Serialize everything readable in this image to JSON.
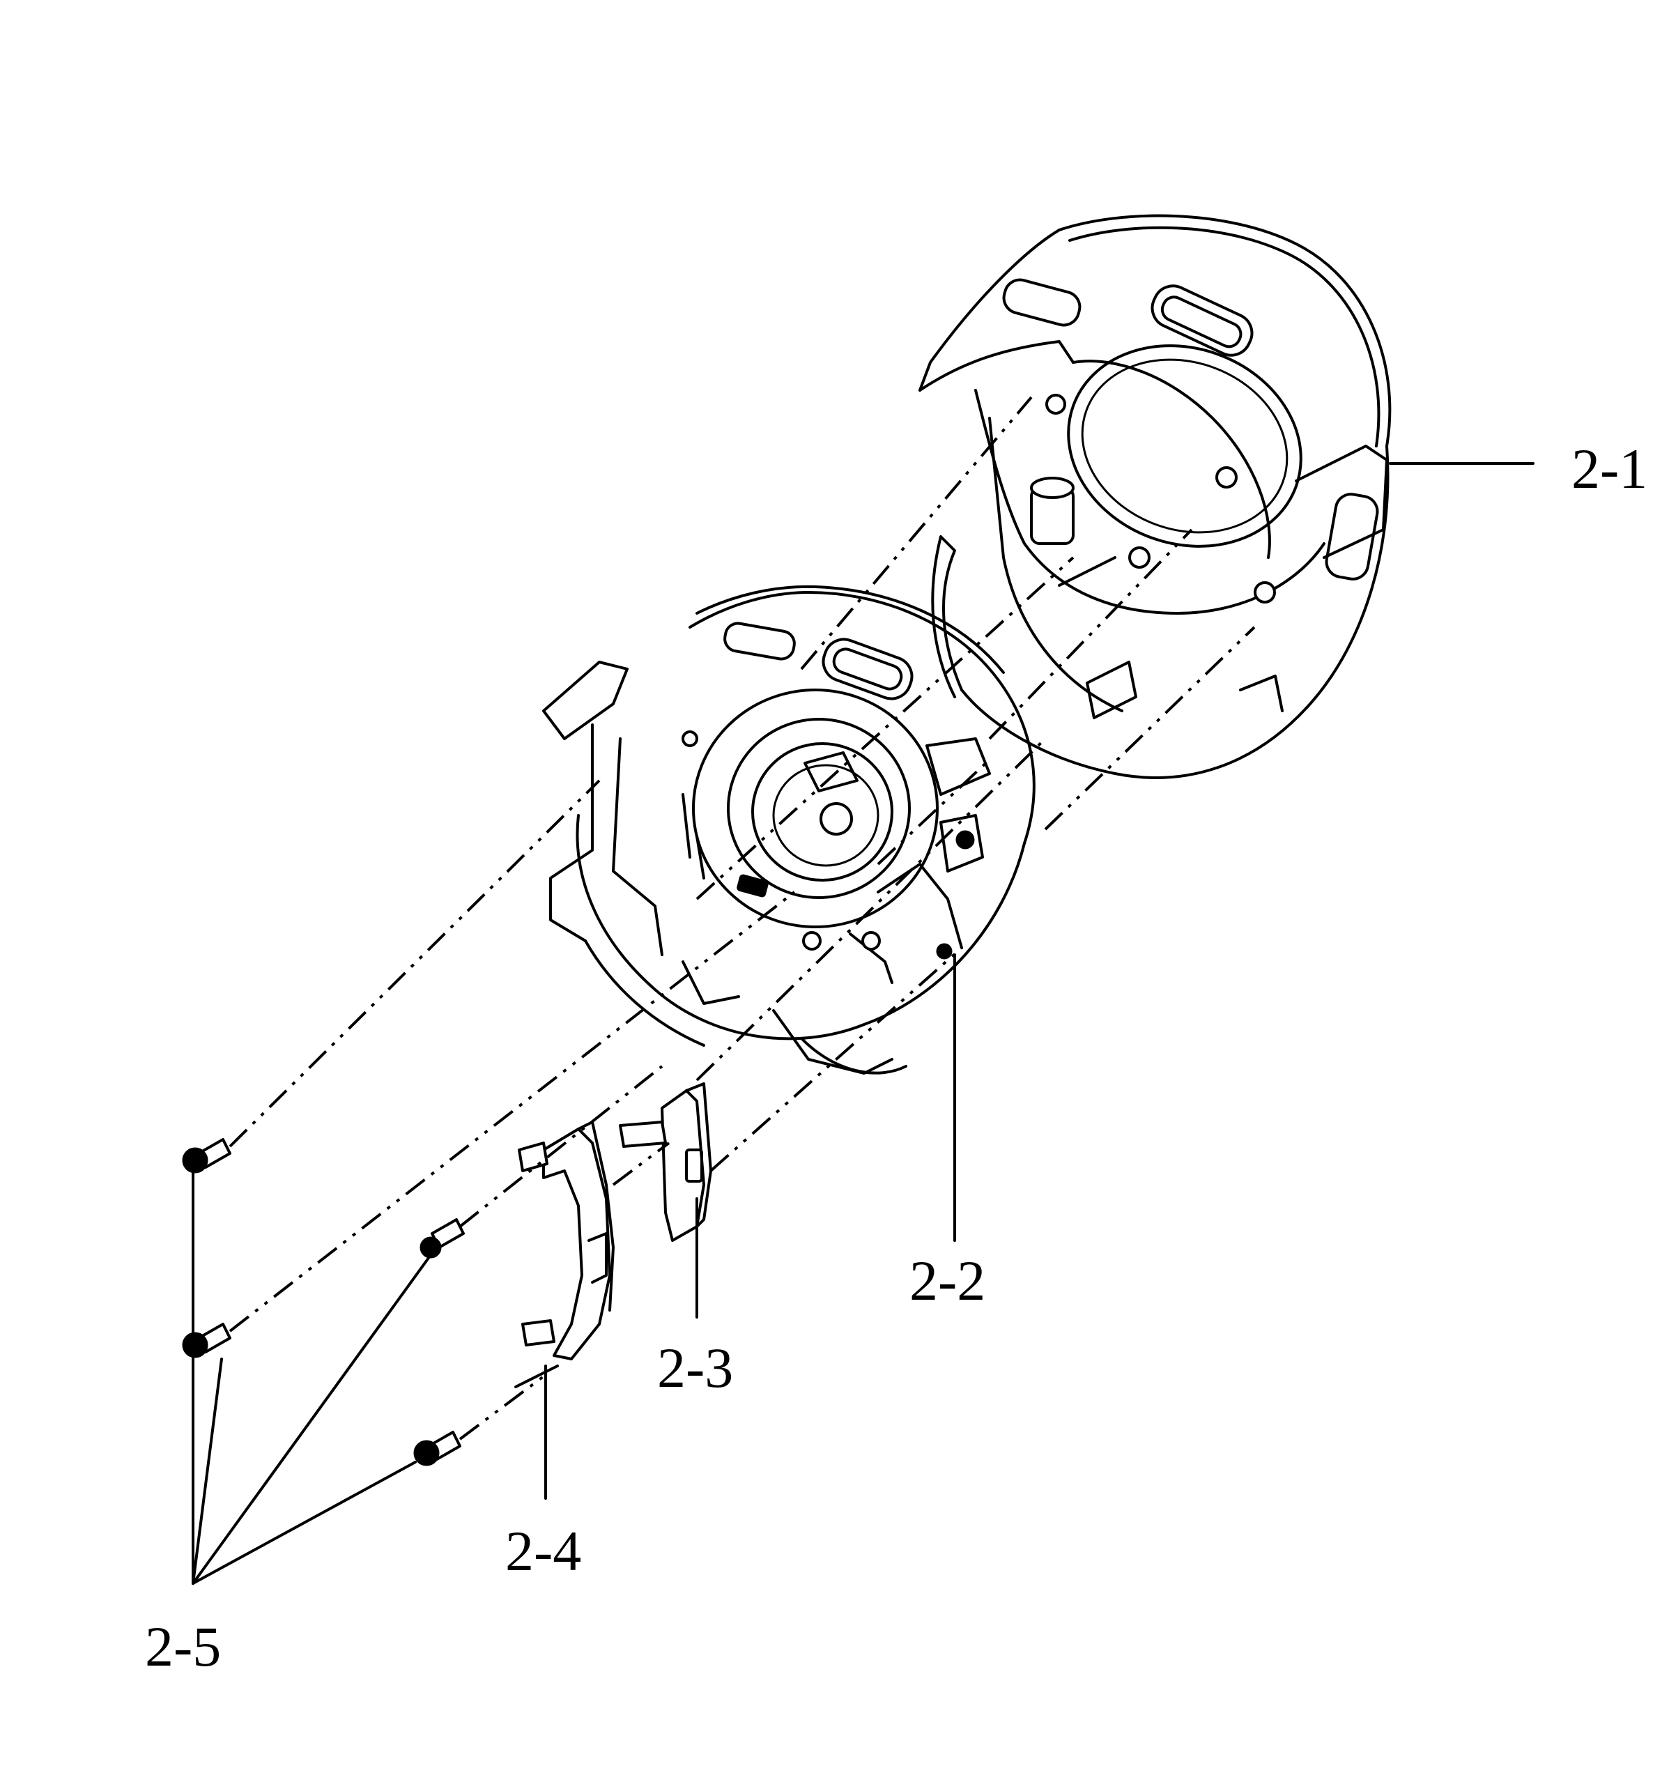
{
  "callouts": {
    "p2_1": "2-1",
    "p2_2": "2-2",
    "p2_3": "2-3",
    "p2_4": "2-4",
    "p2_5": "2-5"
  },
  "colors": {
    "line": "#000000",
    "background": "#ffffff"
  }
}
